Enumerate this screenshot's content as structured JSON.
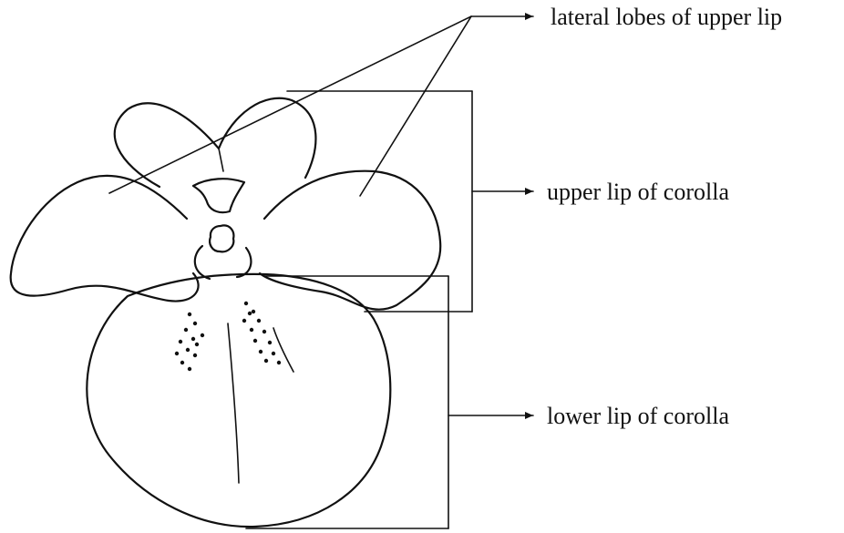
{
  "labels": {
    "lateral_lobes": "lateral lobes of upper lip",
    "upper_lip": "upper lip of corolla",
    "lower_lip": "lower lip of corolla"
  }
}
